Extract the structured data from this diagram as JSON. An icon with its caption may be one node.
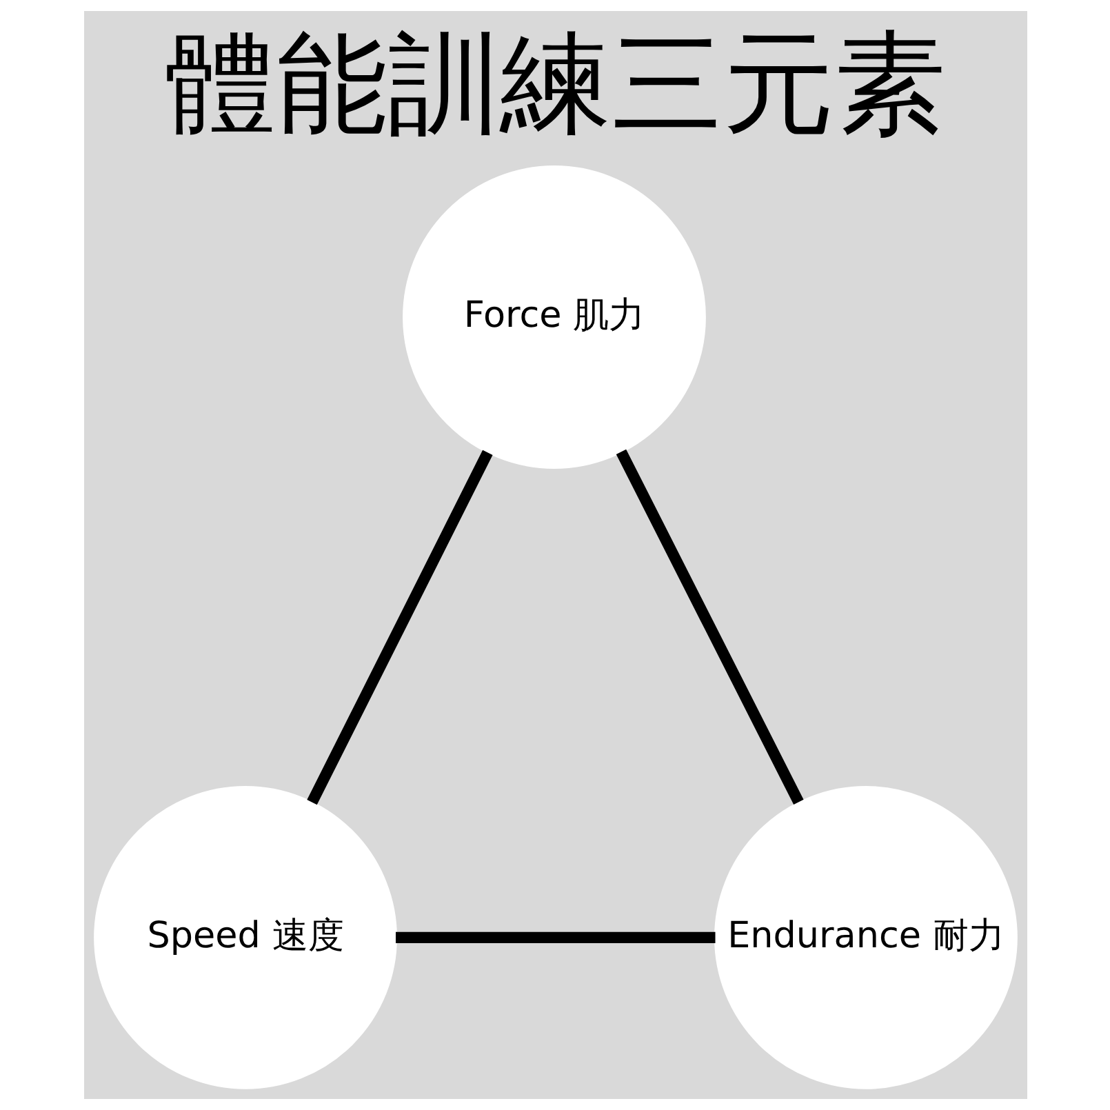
{
  "diagram": {
    "title": "體能訓練三元素",
    "nodes": [
      {
        "text": [
          "Force 肌力"
        ]
      },
      {
        "text": [
          "Speed 速度"
        ]
      },
      {
        "text": [
          "Endurance 耐力"
        ]
      }
    ],
    "edges": [
      {
        "from": 0,
        "to": 1,
        "arrow": "none"
      },
      {
        "from": 0,
        "to": 2,
        "arrow": "none"
      },
      {
        "from": 1,
        "to": 2,
        "arrow": "none"
      }
    ]
  }
}
